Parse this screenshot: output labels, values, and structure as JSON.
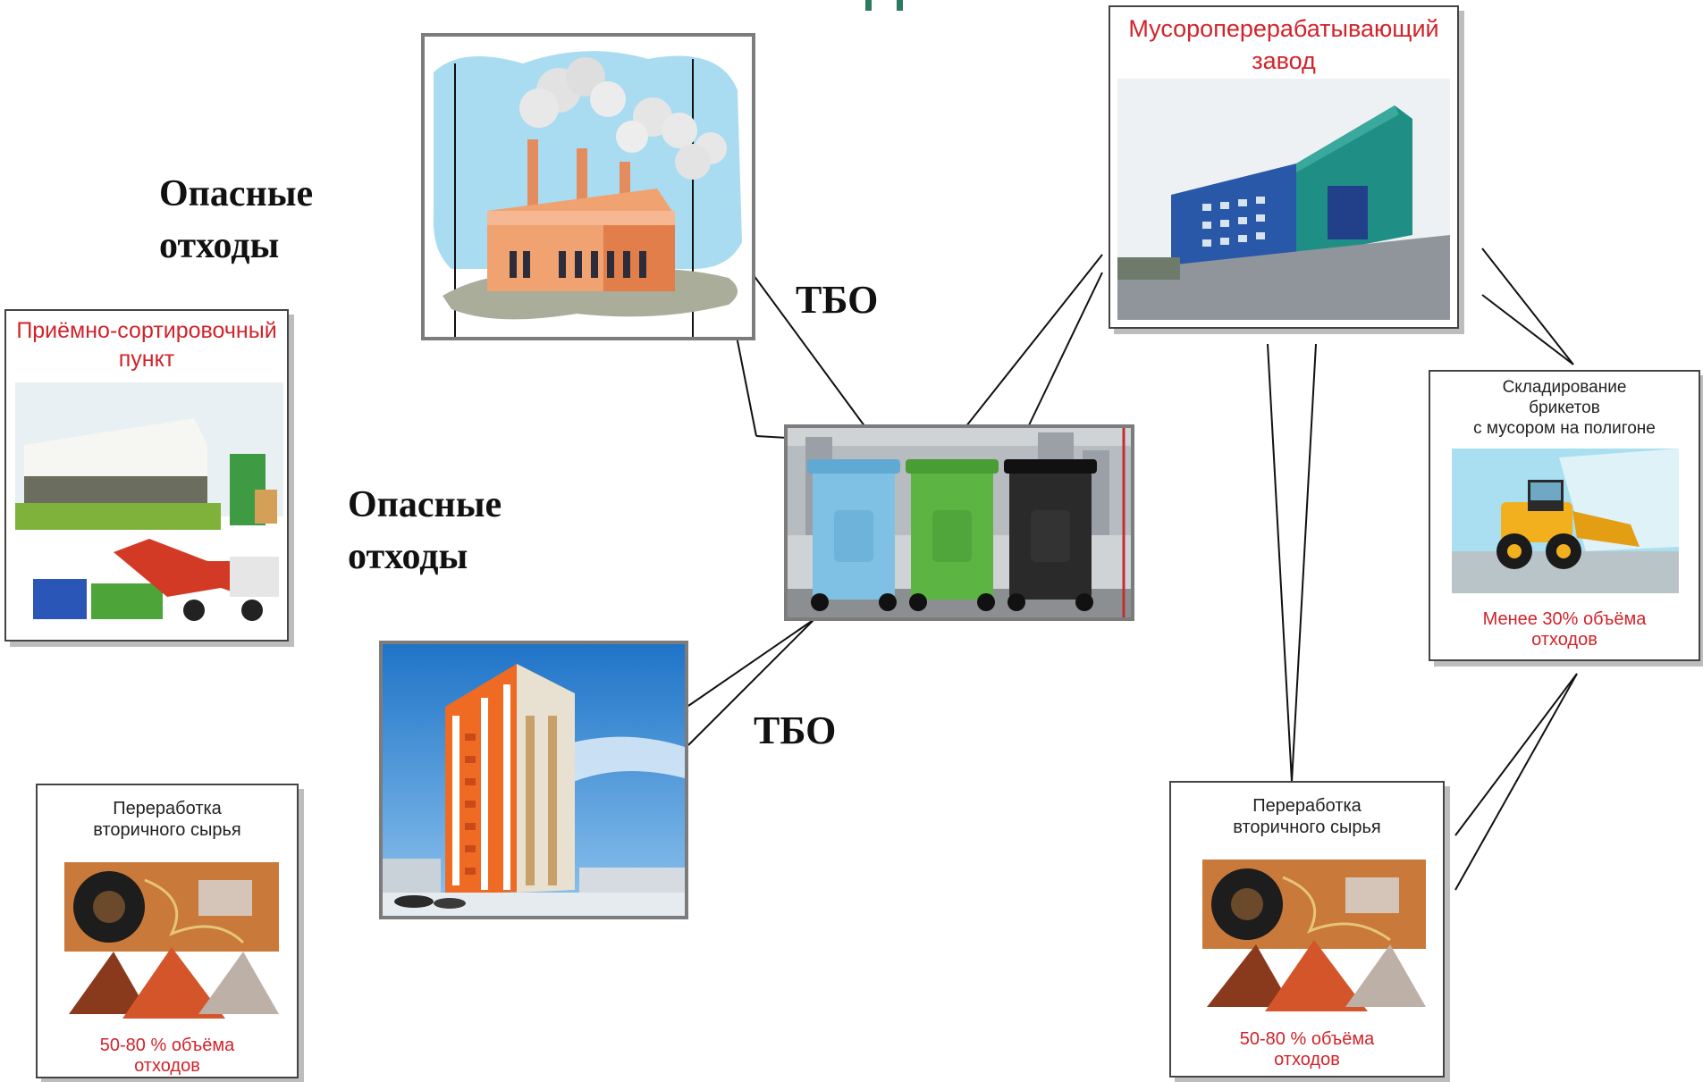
{
  "labels": {
    "hazard_top": [
      "Опасные",
      "отходы"
    ],
    "hazard_mid": [
      "Опасные",
      "отходы"
    ],
    "tbo_top": "ТБО",
    "tbo_bottom": "ТБО"
  },
  "cards": {
    "sorting_point": {
      "title": [
        "Приёмно-сортировочный",
        "пункт"
      ]
    },
    "recycling_left": {
      "title": [
        "Переработка",
        "вторичного сырья"
      ],
      "note": [
        "50-80 % объёма",
        "отходов"
      ]
    },
    "plant": {
      "title": [
        "Мусороперерабатывающий",
        "завод"
      ]
    },
    "storage": {
      "title": [
        "Складирование",
        "брикетов",
        "с мусором на полигоне"
      ],
      "note": [
        "Менее 30% объёма",
        "отходов"
      ]
    },
    "recycling_right": {
      "title": [
        "Переработка",
        "вторичного сырья"
      ],
      "note": [
        "50-80 % объёма",
        "отходов"
      ]
    }
  },
  "colors": {
    "accent_red": "#d2232a",
    "connector": "#111111",
    "frame": "#7c7c7c",
    "title_accent": "#2c7a5e"
  },
  "icons": [
    "factory-icon",
    "apartment-building-icon",
    "waste-bins-icon",
    "plant-building-icon",
    "loader-icon",
    "recycled-materials-icon"
  ]
}
